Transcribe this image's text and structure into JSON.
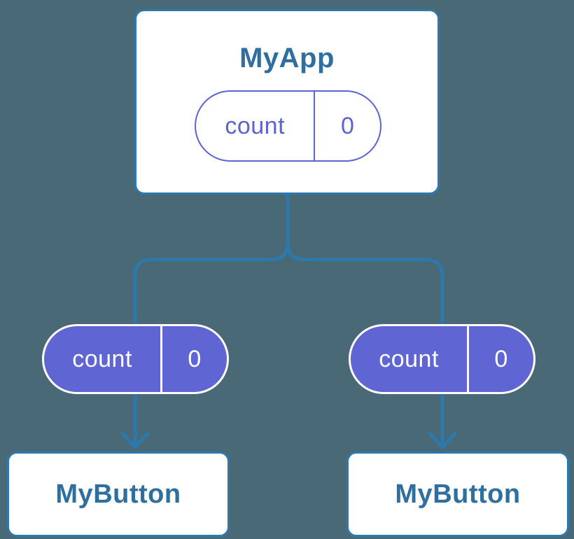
{
  "diagram": {
    "background_color": "#4a6977",
    "colors": {
      "connector_line": "#2b79ad",
      "node_border": "#2b79ad",
      "node_background": "#ffffff",
      "node_title_text": "#2f6f9f",
      "pill_fill_purple": "#5f66d3",
      "pill_outline_purple": "#5c63d2",
      "pill_text_on_purple": "#ffffff"
    },
    "root": {
      "title": "MyApp",
      "state": {
        "name": "count",
        "value": "0"
      }
    },
    "edges": [
      {
        "prop": {
          "name": "count",
          "value": "0"
        }
      },
      {
        "prop": {
          "name": "count",
          "value": "0"
        }
      }
    ],
    "children": [
      {
        "title": "MyButton"
      },
      {
        "title": "MyButton"
      }
    ]
  }
}
